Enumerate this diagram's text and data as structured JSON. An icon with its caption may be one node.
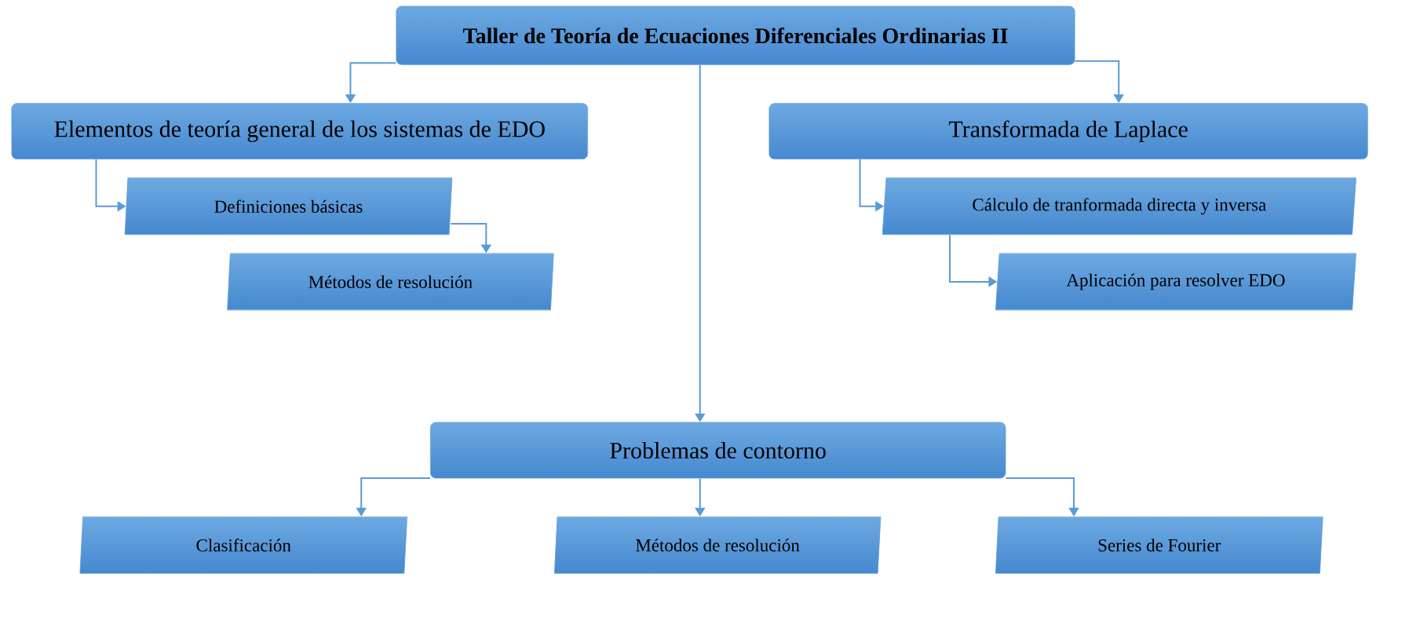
{
  "diagram": {
    "nodes": [
      {
        "text": [
          "Taller de Teoría de Ecuaciones Diferenciales Ordinarias II"
        ]
      },
      {
        "text": [
          "Elementos de teoría general de los sistemas de EDO"
        ]
      },
      {
        "text": [
          "Transformada de Laplace"
        ]
      },
      {
        "text": [
          "Definiciones básicas"
        ]
      },
      {
        "text": [
          "Métodos de resolución"
        ]
      },
      {
        "text": [
          "Cálculo de tranformada directa y inversa"
        ]
      },
      {
        "text": [
          "Aplicación para resolver EDO"
        ]
      },
      {
        "text": [
          "Problemas de contorno"
        ]
      },
      {
        "text": [
          "Clasificación"
        ]
      },
      {
        "text": [
          "Métodos de resolución"
        ]
      },
      {
        "text": [
          "Series de Fourier"
        ]
      }
    ],
    "edges": [
      {
        "from": 0,
        "to": 1,
        "arrow": "to"
      },
      {
        "from": 0,
        "to": 2,
        "arrow": "to"
      },
      {
        "from": 0,
        "to": 7,
        "arrow": "to"
      },
      {
        "from": 1,
        "to": 3,
        "arrow": "to"
      },
      {
        "from": 3,
        "to": 4,
        "arrow": "to"
      },
      {
        "from": 2,
        "to": 5,
        "arrow": "to"
      },
      {
        "from": 5,
        "to": 6,
        "arrow": "to"
      },
      {
        "from": 7,
        "to": 8,
        "arrow": "to"
      },
      {
        "from": 7,
        "to": 9,
        "arrow": "to"
      },
      {
        "from": 7,
        "to": 10,
        "arrow": "to"
      }
    ]
  }
}
